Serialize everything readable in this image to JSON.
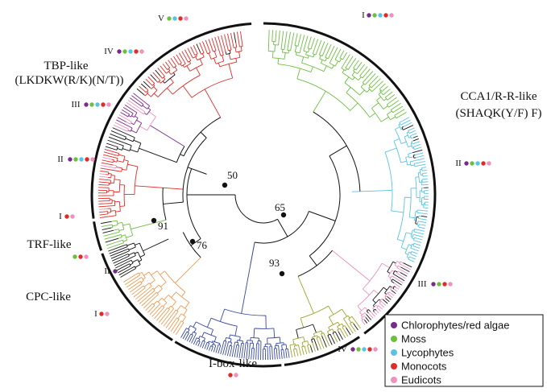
{
  "colors": {
    "chlorophytes": "#7b2a8c",
    "moss": "#6cbf3f",
    "lycophytes": "#59c3e4",
    "monocots": "#e32a26",
    "eudicots": "#f18fbd",
    "cpc_clade": "#f19a52",
    "ibox_clade": "#3346a8",
    "olive_clade": "#9ca52a",
    "gray_branch": "#9a9a9a",
    "black": "#111111"
  },
  "clades": {
    "tbp": {
      "title": "TBP-like",
      "motif": "(LKDKW(R/K)(N/T))"
    },
    "cca1": {
      "title": "CCA1/R-R-like",
      "motif": "(SHAQK(Y/F) F)"
    },
    "trf": {
      "title": "TRF-like"
    },
    "cpc": {
      "title": "CPC-like"
    },
    "ibox": {
      "title": "I-box-like"
    }
  },
  "subgroups": {
    "tbp_v": "V",
    "tbp_iv": "IV",
    "tbp_iii": "III",
    "tbp_ii": "II",
    "tbp_i": "I",
    "cca_i": "I",
    "cca_ii": "II",
    "cca_iii": "III",
    "cca_iv": "IV",
    "cpc_ii": "II",
    "cpc_i": "I"
  },
  "bootstrap": {
    "n50": "50",
    "n65": "65",
    "n91": "91",
    "n76": "76",
    "n93": "93"
  },
  "legend": {
    "items": [
      {
        "label": "Chlorophytes/red algae",
        "color": "#7b2a8c"
      },
      {
        "label": "Moss",
        "color": "#6cbf3f"
      },
      {
        "label": "Lycophytes",
        "color": "#59c3e4"
      },
      {
        "label": "Monocots",
        "color": "#e32a26"
      },
      {
        "label": "Eudicots",
        "color": "#f18fbd"
      }
    ]
  }
}
